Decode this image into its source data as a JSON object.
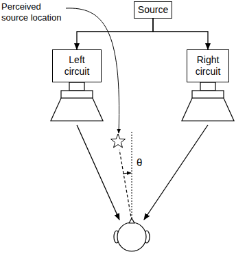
{
  "diagram": {
    "nodes": [
      {
        "text": [
          "Source"
        ]
      },
      {
        "text": [
          "Left circuit"
        ]
      },
      {
        "text": [
          "Right circuit"
        ]
      }
    ],
    "edges": [
      {
        "from": 0,
        "to": 1,
        "arrow": "to"
      },
      {
        "from": 0,
        "to": 2,
        "arrow": "to"
      }
    ],
    "labels": [
      "Perceived source location",
      "θ"
    ]
  }
}
